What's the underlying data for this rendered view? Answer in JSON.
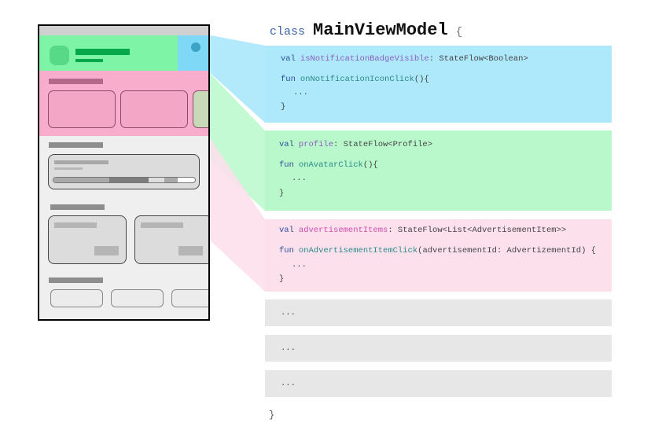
{
  "code": {
    "class_keyword": "class",
    "class_name": "MainViewModel",
    "open_brace": "{",
    "close_brace": "}",
    "blocks": [
      {
        "val_keyword": "val",
        "property": "isNotificationBadgeVisible",
        "type": ": StateFlow<Boolean>",
        "fun_keyword": "fun",
        "function": "onNotificationIconClick",
        "signature": "(){",
        "body": "...",
        "close": "}",
        "color": "#aee9fb"
      },
      {
        "val_keyword": "val",
        "property": "profile",
        "type": ": StateFlow<Profile>",
        "fun_keyword": "fun",
        "function": "onAvatarClick",
        "signature": "(){",
        "body": "...",
        "close": "}",
        "color": "#b9f8cb"
      },
      {
        "val_keyword": "val",
        "property": "advertisementItems",
        "type": ": StateFlow<List<AdvertisementItem>>",
        "fun_keyword": "fun",
        "function": "onAdvertisementItemClick",
        "signature": "(advertisementId: AdvertizementId) {",
        "body": "...",
        "close": "}",
        "color": "#fce0eb"
      }
    ],
    "ellipsis_blocks": [
      "...",
      "...",
      "..."
    ]
  },
  "colors": {
    "notification": "#7fd8f5",
    "profile": "#7ef4a6",
    "advertisement": "#f7a9c9",
    "other": "#e7e7e7"
  }
}
